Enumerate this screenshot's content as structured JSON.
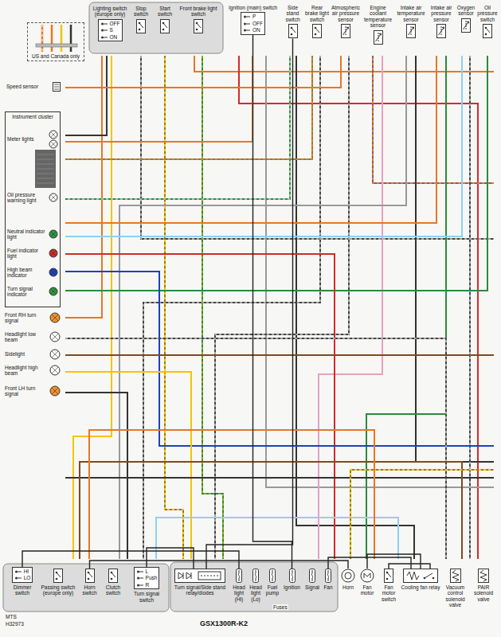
{
  "diagram": {
    "caption": "GSX1300R-K2",
    "nodes": [
      {
        "text": [
          "US and Canada only"
        ]
      },
      {
        "text": [
          "Lighting switch (europe only)",
          "OFF",
          "S",
          "ON"
        ]
      },
      {
        "text": [
          "Stop switch"
        ]
      },
      {
        "text": [
          "Start switch"
        ]
      },
      {
        "text": [
          "Front brake light switch"
        ]
      },
      {
        "text": [
          "Ignition (main) switch",
          "P",
          "OFF",
          "ON"
        ]
      },
      {
        "text": [
          "Side stand switch"
        ]
      },
      {
        "text": [
          "Rear brake light switch"
        ]
      },
      {
        "text": [
          "Atmospheric air pressure sensor"
        ]
      },
      {
        "text": [
          "Engine coolant temperature sensor"
        ]
      },
      {
        "text": [
          "Intake air temperature sensor"
        ]
      },
      {
        "text": [
          "Intake air pressure sensor"
        ]
      },
      {
        "text": [
          "Oxygen sensor"
        ]
      },
      {
        "text": [
          "Oil pressure switch"
        ]
      },
      {
        "text": [
          "Speed sensor"
        ]
      },
      {
        "text": [
          "Instrument cluster"
        ]
      },
      {
        "text": [
          "Meter lights"
        ],
        "in": 15
      },
      {
        "text": [
          "Oil pressure warning light"
        ],
        "in": 15
      },
      {
        "text": [
          "Neutral indicator light"
        ],
        "in": 15
      },
      {
        "text": [
          "Fuel indicator light"
        ],
        "in": 15
      },
      {
        "text": [
          "High beam indicator"
        ],
        "in": 15
      },
      {
        "text": [
          "Turn signal indicator"
        ],
        "in": 15
      },
      {
        "text": [
          "Front RH turn signal"
        ]
      },
      {
        "text": [
          "Headlight low beam"
        ]
      },
      {
        "text": [
          "Sidelight"
        ]
      },
      {
        "text": [
          "Headlight high beam"
        ]
      },
      {
        "text": [
          "Front LH turn signal"
        ]
      },
      {
        "text": [
          "Dimmer switch",
          "HI",
          "LO"
        ]
      },
      {
        "text": [
          "Passing switch (europe only)"
        ]
      },
      {
        "text": [
          "Horn switch"
        ]
      },
      {
        "text": [
          "Clutch switch"
        ]
      },
      {
        "text": [
          "Turn signal switch",
          "L",
          "Push",
          "R"
        ]
      },
      {
        "text": [
          "Turn signal/Side stand relay/diodes"
        ]
      },
      {
        "text": [
          "Head light (Hi)"
        ]
      },
      {
        "text": [
          "Head light (Lo)"
        ]
      },
      {
        "text": [
          "Fuel pump"
        ]
      },
      {
        "text": [
          "Ignition"
        ]
      },
      {
        "text": [
          "Signal"
        ]
      },
      {
        "text": [
          "Fan"
        ]
      },
      {
        "text": [
          "Horn"
        ]
      },
      {
        "text": [
          "Fan motor"
        ]
      },
      {
        "text": [
          "Fan motor switch"
        ]
      },
      {
        "text": [
          "Cooling fan relay"
        ]
      },
      {
        "text": [
          "Vacuum control solenoid valve"
        ]
      },
      {
        "text": [
          "PAIR solenoid valve"
        ]
      }
    ],
    "edges": [
      {
        "from": 29,
        "to": 39,
        "arrow": "none"
      },
      {
        "from": 38,
        "to": 42,
        "arrow": "none"
      },
      {
        "from": 41,
        "to": 42,
        "arrow": "none"
      },
      {
        "from": 42,
        "to": 40,
        "arrow": "none"
      },
      {
        "from": 33,
        "to": 27,
        "arrow": "none"
      },
      {
        "from": 31,
        "to": 32,
        "arrow": "none"
      },
      {
        "from": 6,
        "to": 32,
        "arrow": "none"
      },
      {
        "from": 5,
        "to": 36,
        "arrow": "none"
      }
    ],
    "labels": [
      "Fuses",
      "MTS",
      "H32973"
    ]
  }
}
